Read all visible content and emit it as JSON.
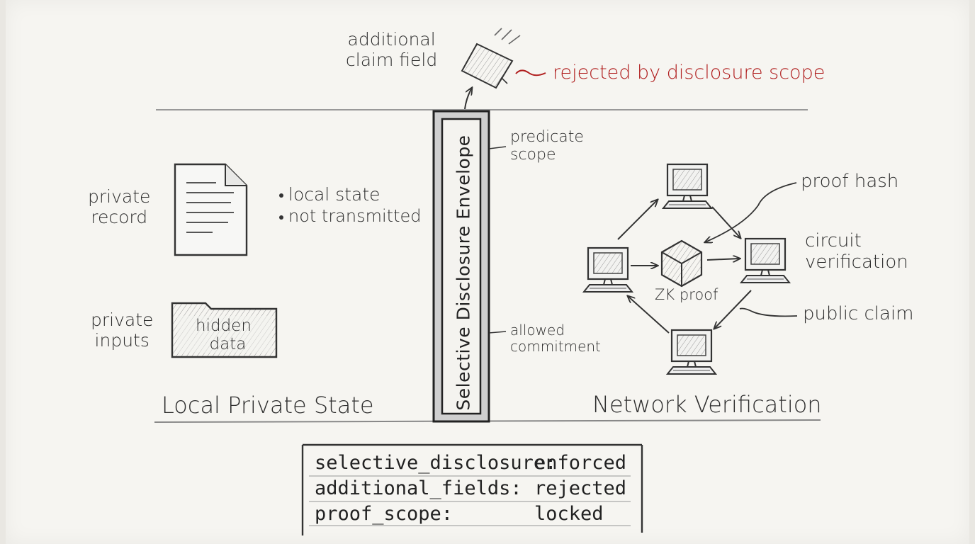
{
  "annotations": {
    "additional_claim_field": [
      "additional",
      "claim field"
    ],
    "rejected": "rejected by disclosure scope",
    "predicate_scope": [
      "predicate",
      "scope"
    ],
    "allowed_commitment": [
      "allowed",
      "commitment"
    ],
    "envelope": "Selective Disclosure Envelope"
  },
  "local": {
    "private_record": [
      "private",
      "record"
    ],
    "bullets": [
      "local state",
      "not transmitted"
    ],
    "private_inputs": [
      "private",
      "inputs"
    ],
    "folder_text": [
      "hidden",
      "data"
    ],
    "section_title": "Local Private State"
  },
  "network": {
    "proof_hash": "proof hash",
    "circuit_verification": [
      "circuit",
      "verification"
    ],
    "zk_proof": "ZK proof",
    "public_claim": "public claim",
    "section_title": "Network Verification"
  },
  "status_table": [
    {
      "key": "selective_disclosure:",
      "value": "enforced"
    },
    {
      "key": "additional_fields:",
      "value": "rejected"
    },
    {
      "key": "proof_scope:",
      "value": "locked"
    }
  ],
  "colors": {
    "ink": "#2d2d2d",
    "reject_red": "#b01e1e",
    "paper": "#f6f5f1"
  }
}
